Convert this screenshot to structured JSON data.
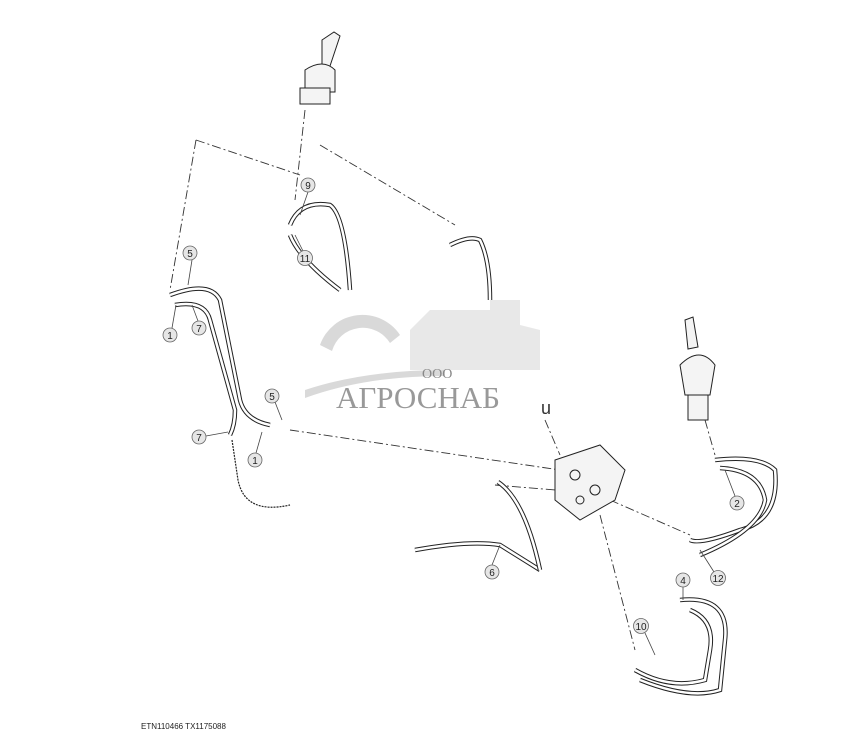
{
  "footer": {
    "code": "ETN110466  TX1175088"
  },
  "watermark": {
    "prefix": "ООО",
    "name": "АГРОСНАБ",
    "suffix": "u"
  },
  "callouts": [
    "9",
    "11",
    "5",
    "1",
    "7",
    "5",
    "7",
    "1",
    "2",
    "12",
    "4",
    "6",
    "10"
  ]
}
